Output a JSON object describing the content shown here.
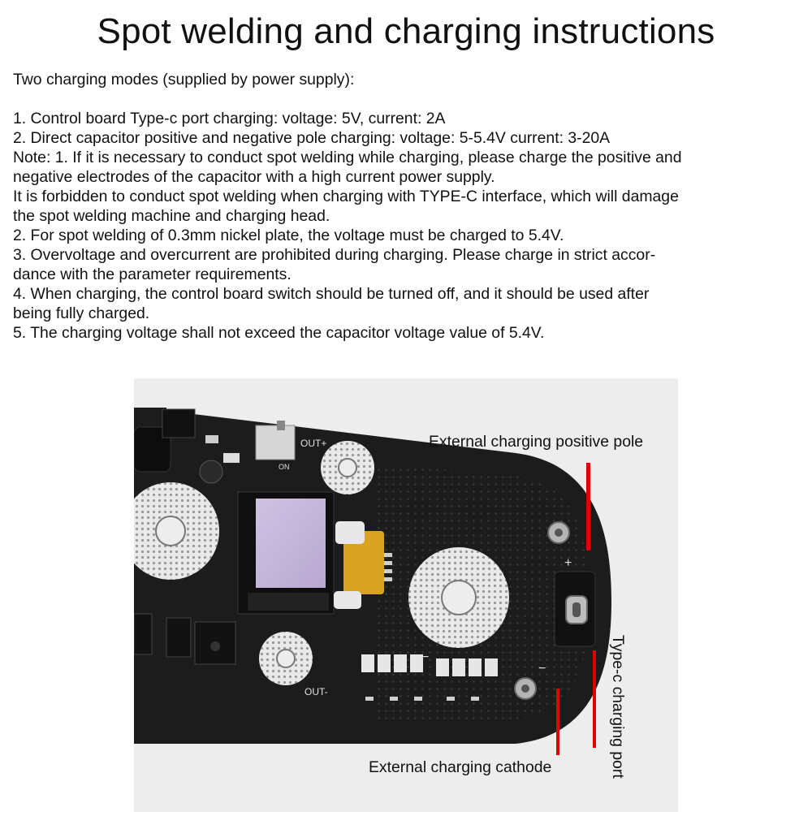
{
  "title": "Spot welding and charging instructions",
  "lines": [
    "Two charging modes (supplied by power supply):",
    "",
    "1. Control board Type-c port charging: voltage: 5V, current: 2A",
    "2. Direct capacitor positive and negative pole charging: voltage: 5-5.4V current: 3-20A",
    "Note: 1. If it is necessary to conduct spot welding while charging, please charge the positive and",
    "negative electrodes of the capacitor with a high current power supply.",
    "It is forbidden to conduct spot welding when charging with TYPE-C interface, which will damage",
    "the spot welding machine and charging head.",
    "2. For spot welding of 0.3mm nickel plate, the voltage must be charged to 5.4V.",
    "3. Overvoltage and overcurrent are prohibited during charging. Please charge in strict accor-",
    "dance with the parameter requirements.",
    "4. When charging, the control board switch should be turned off, and it should be used after",
    "being fully charged.",
    "5. The charging voltage shall not exceed the capacitor voltage value of 5.4V."
  ],
  "photo": {
    "labels": {
      "positive_pole": "External charging positive pole",
      "cathode": "External charging cathode",
      "typec_port": "Type-c charging port"
    },
    "silkscreen": {
      "out_pos": "OUT+",
      "out_neg": "OUT-",
      "plus": "+",
      "minus": "−",
      "on": "ON"
    },
    "colors": {
      "board": "#1c1c1c",
      "pad": "#e9e9e9",
      "marker": "#e00000",
      "display": "#c7b6dc"
    }
  }
}
